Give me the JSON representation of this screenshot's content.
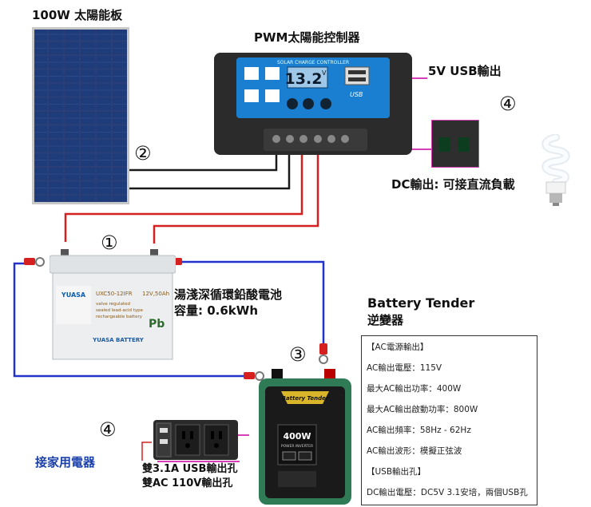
{
  "labels": {
    "solar_panel": "100W 太陽能板",
    "controller": "PWM太陽能控制器",
    "usb_out": "5V USB輸出",
    "dc_out": "DC輸出: 可接直流負載",
    "battery_line1": "湯淺深循環鉛酸電池",
    "battery_line2": "容量: 0.6kWh",
    "inverter_line1": "Battery Tender",
    "inverter_line2": "逆變器",
    "appliances": "接家用電器",
    "usb_ports": "雙3.1A USB輸出孔",
    "ac_ports": "雙AC 110V輸出孔"
  },
  "markers": [
    "①",
    "②",
    "③",
    "④",
    "④"
  ],
  "controller_panel": {
    "header": "SOLAR CHARGE CONTROLLER",
    "display": "13.2",
    "unit": "V",
    "usb_text": "USB"
  },
  "battery_panel": {
    "model": "UXC50-12IFR",
    "rating": "12V,50Ah",
    "brand_logo": "YUASA",
    "desc1": "valve regulated",
    "desc2": "sealed lead-acid type",
    "desc3": "rechargeable battery",
    "pb": "Pb",
    "brand_bottom": "YUASA BATTERY"
  },
  "inverter_panel": {
    "brand": "Battery Tender",
    "watts": "400W",
    "sub": "POWER INVERTER"
  },
  "specs": [
    "【AC電源輸出】",
    "AC輸出電壓：115V",
    "最大AC輸出功率：400W",
    "最大AC輸出啟動功率：800W",
    "AC輸出頻率：58Hz - 62Hz",
    "AC輸出波形：模擬正弦波",
    "【USB輸出孔】",
    "DC輸出電壓：DC5V 3.1安培，兩個USB孔"
  ],
  "colors": {
    "wire_black": "#1a1a1a",
    "wire_red": "#d62020",
    "wire_blue": "#2233cc",
    "callout": "#d63fb6",
    "panel_blue": "#1f3c7a",
    "controller_blue": "#1a7fd0",
    "inverter_green": "#2f7b55"
  }
}
